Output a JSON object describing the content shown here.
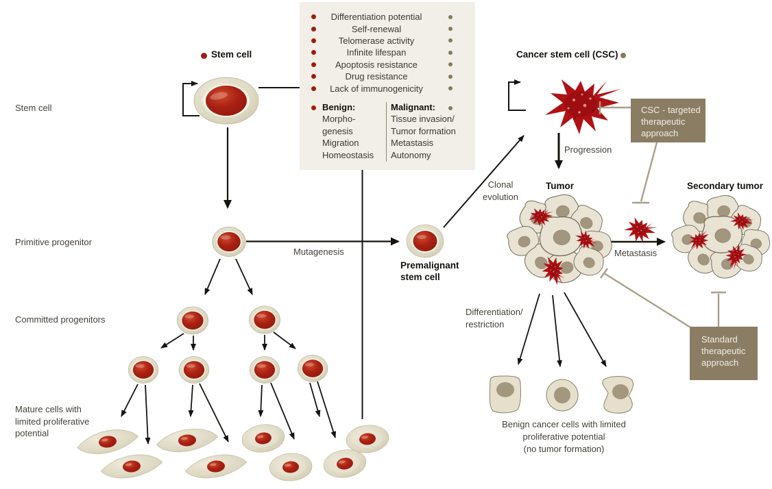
{
  "key": {
    "stem_cell_label": "Stem cell"
  },
  "stage_labels": {
    "stem_cell": "Stem cell",
    "primitive_progenitor": "Primitive progenitor",
    "committed_progenitors": "Committed progenitors",
    "mature_cells": "Mature cells with\nlimited proliferative\npotential"
  },
  "legend_box": {
    "hallmarks": [
      "Differentiation potential",
      "Self-renewal",
      "Telomerase activity",
      "Infinite lifespan",
      "Apoptosis resistance",
      "Drug resistance",
      "Lack of immunogenicity"
    ],
    "benign_title": "Benign:",
    "benign_items": [
      "Morpho-",
      "genesis",
      "Migration",
      "Homeostasis"
    ],
    "malignant_title": "Malignant:",
    "malignant_items": [
      "Tissue invasion/",
      "Tumor formation",
      "Metastasis",
      "Autonomy"
    ]
  },
  "pathway_labels": {
    "mutagenesis": "Mutagenesis",
    "premalignant_stem_cell": "Premalignant\nstem cell",
    "clonal_evolution": "Clonal\nevolution",
    "cancer_stem_cell": "Cancer stem cell (CSC)",
    "progression": "Progression",
    "tumor": "Tumor",
    "metastasis": "Metastasis",
    "secondary_tumor": "Secondary tumor",
    "differentiation_restriction": "Differentiation/\nrestriction",
    "benign_cells_caption": "Benign cancer cells with limited\nproliferative potential\n(no tumor formation)"
  },
  "therapy_boxes": {
    "csc_targeted": "CSC - targeted\ntherapeutic\napproach",
    "standard": "Standard\ntherapeutic\napproach"
  },
  "colors": {
    "nucleus_red": "#a52013",
    "csc_red": "#b01114",
    "cell_beige": "#ddd8c2",
    "tumor_cell_beige": "#e9e3d4",
    "red_bullet": "#9f1c12",
    "olive_bullet": "#847a5f",
    "therapy_box_brown": "#8a7d64",
    "inhibition_line": "#a89e89",
    "legend_background": "#f1efe7",
    "arrow_black": "#16130f"
  }
}
